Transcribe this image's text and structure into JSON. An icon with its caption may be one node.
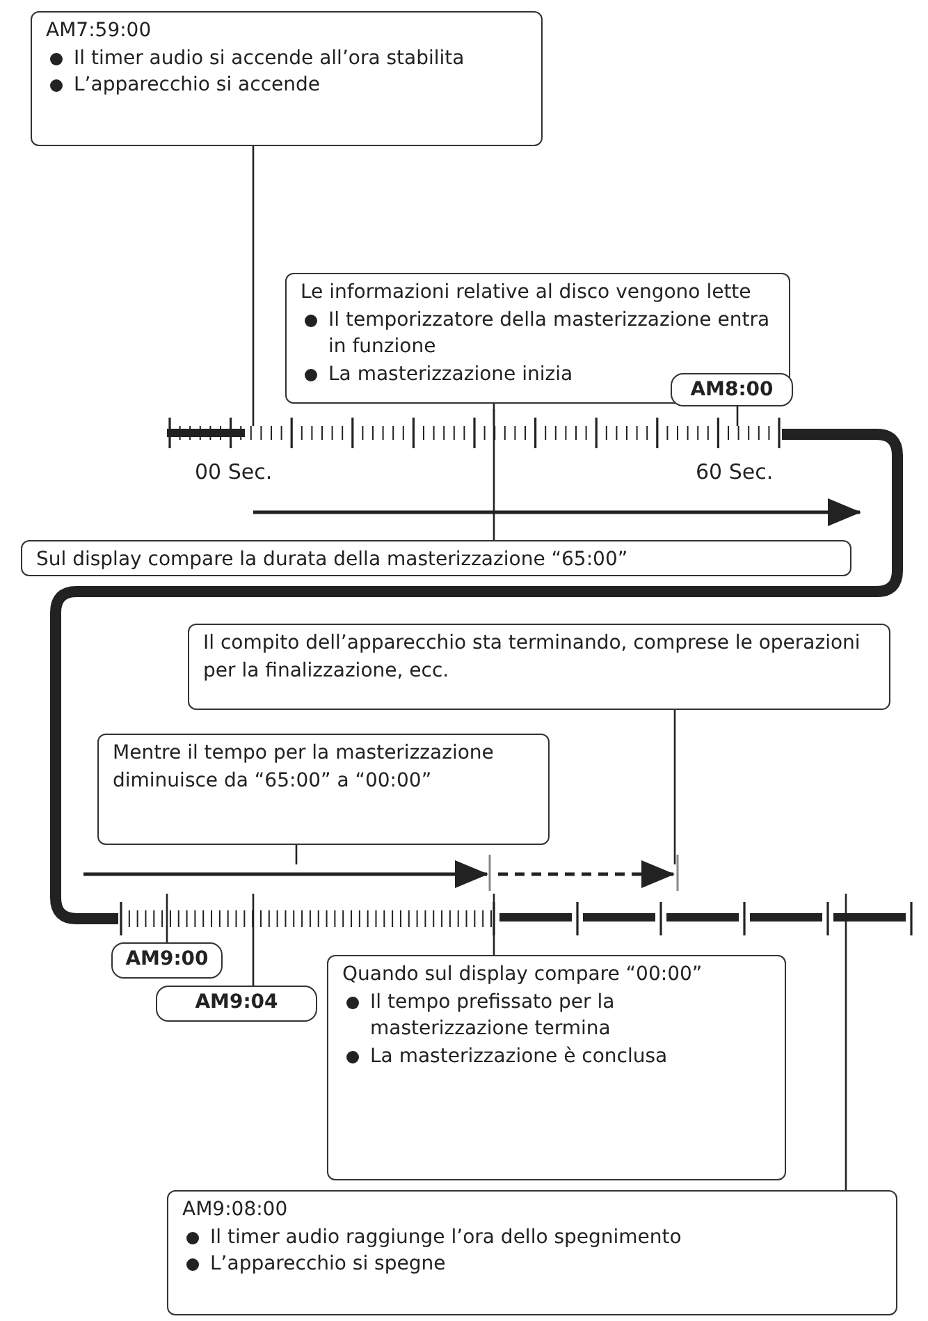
{
  "diagram": {
    "nodes": [
      {
        "text": [
          "AM7:59:00",
          "Il timer audio si accende all’ora stabilita",
          "L’apparecchio si accende"
        ]
      },
      {
        "text": [
          "Le informazioni relative al disco vengono lette",
          "Il temporizzatore della masterizzazione entra in funzione",
          "La masterizzazione inizia"
        ]
      },
      {
        "text": [
          "AM8:00"
        ]
      },
      {
        "text": [],
        "shape": "bar"
      },
      {
        "text": [
          "Sul display compare la durata della masterizzazione “65:00”"
        ]
      },
      {
        "text": [
          "Il compito dell’apparecchio sta terminando, comprese le operazioni per la finalizzazione, ecc."
        ]
      },
      {
        "text": [
          "Mentre il tempo per la masterizzazione diminuisce da “65:00” a “00:00”"
        ]
      },
      {
        "text": [],
        "shape": "bar"
      },
      {
        "text": [
          "AM9:00"
        ]
      },
      {
        "text": [
          "AM9:04"
        ]
      },
      {
        "text": [
          "Quando sul display compare “00:00”",
          "Il tempo prefissato per la masterizzazione termina",
          "La masterizzazione è conclusa"
        ]
      },
      {
        "text": [
          "AM9:08:00",
          "Il timer audio raggiunge l’ora dello spegnimento",
          "L’apparecchio si spegne"
        ]
      }
    ],
    "edges": [
      {
        "from": 0,
        "to": 3,
        "arrow": "none"
      },
      {
        "from": 1,
        "to": 3,
        "arrow": "none"
      },
      {
        "from": 2,
        "to": 3,
        "arrow": "none"
      },
      {
        "from": 3,
        "to": 7,
        "arrow": "none",
        "style": "thick"
      },
      {
        "from": 4,
        "to": 3,
        "arrow": "none"
      },
      {
        "from": 5,
        "to": null,
        "arrow": "none"
      },
      {
        "from": 6,
        "to": null,
        "arrow": "none"
      },
      {
        "from": 8,
        "to": 7,
        "arrow": "none"
      },
      {
        "from": 9,
        "to": 7,
        "arrow": "none"
      },
      {
        "from": 10,
        "to": 7,
        "arrow": "none"
      },
      {
        "from": 11,
        "to": 7,
        "arrow": "none"
      }
    ],
    "labels": [
      "00 Sec.",
      "60 Sec."
    ]
  }
}
